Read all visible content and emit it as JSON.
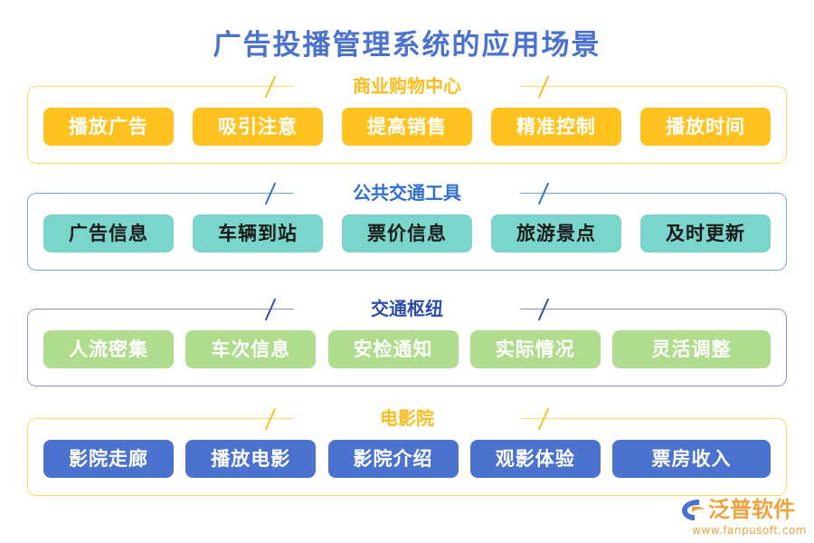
{
  "title": "广告投播管理系统的应用场景",
  "colors": {
    "title": "#4a72ce",
    "yellow_chip": "#ffc21f",
    "teal_chip": "#7ad6cb",
    "green_chip": "#b0dc8e",
    "blue_chip": "#4a72ce",
    "yellow_border": "#fbd96a",
    "blue_border": "#7aa8d8",
    "purple_border": "#8f94d6",
    "logo_orange": "#f0a23c"
  },
  "sections": [
    {
      "label": "商业购物中心",
      "chips": [
        {
          "label": "播放广告"
        },
        {
          "label": "吸引注意"
        },
        {
          "label": "提高销售"
        },
        {
          "label": "精准控制"
        },
        {
          "label": "播放时间"
        }
      ]
    },
    {
      "label": "公共交通工具",
      "chips": [
        {
          "label": "广告信息"
        },
        {
          "label": "车辆到站"
        },
        {
          "label": "票价信息"
        },
        {
          "label": "旅游景点"
        },
        {
          "label": "及时更新"
        }
      ]
    },
    {
      "label": "交通枢纽",
      "chips": [
        {
          "label": "人流密集"
        },
        {
          "label": "车次信息"
        },
        {
          "label": "安检通知"
        },
        {
          "label": "实际情况"
        },
        {
          "label": "灵活调整"
        }
      ]
    },
    {
      "label": "电影院",
      "chips": [
        {
          "label": "影院走廊"
        },
        {
          "label": "播放电影"
        },
        {
          "label": "影院介绍"
        },
        {
          "label": "观影体验"
        },
        {
          "label": "票房收入"
        }
      ]
    }
  ],
  "logo": {
    "name": "泛普软件",
    "url": "www.fanpusoft.com"
  }
}
